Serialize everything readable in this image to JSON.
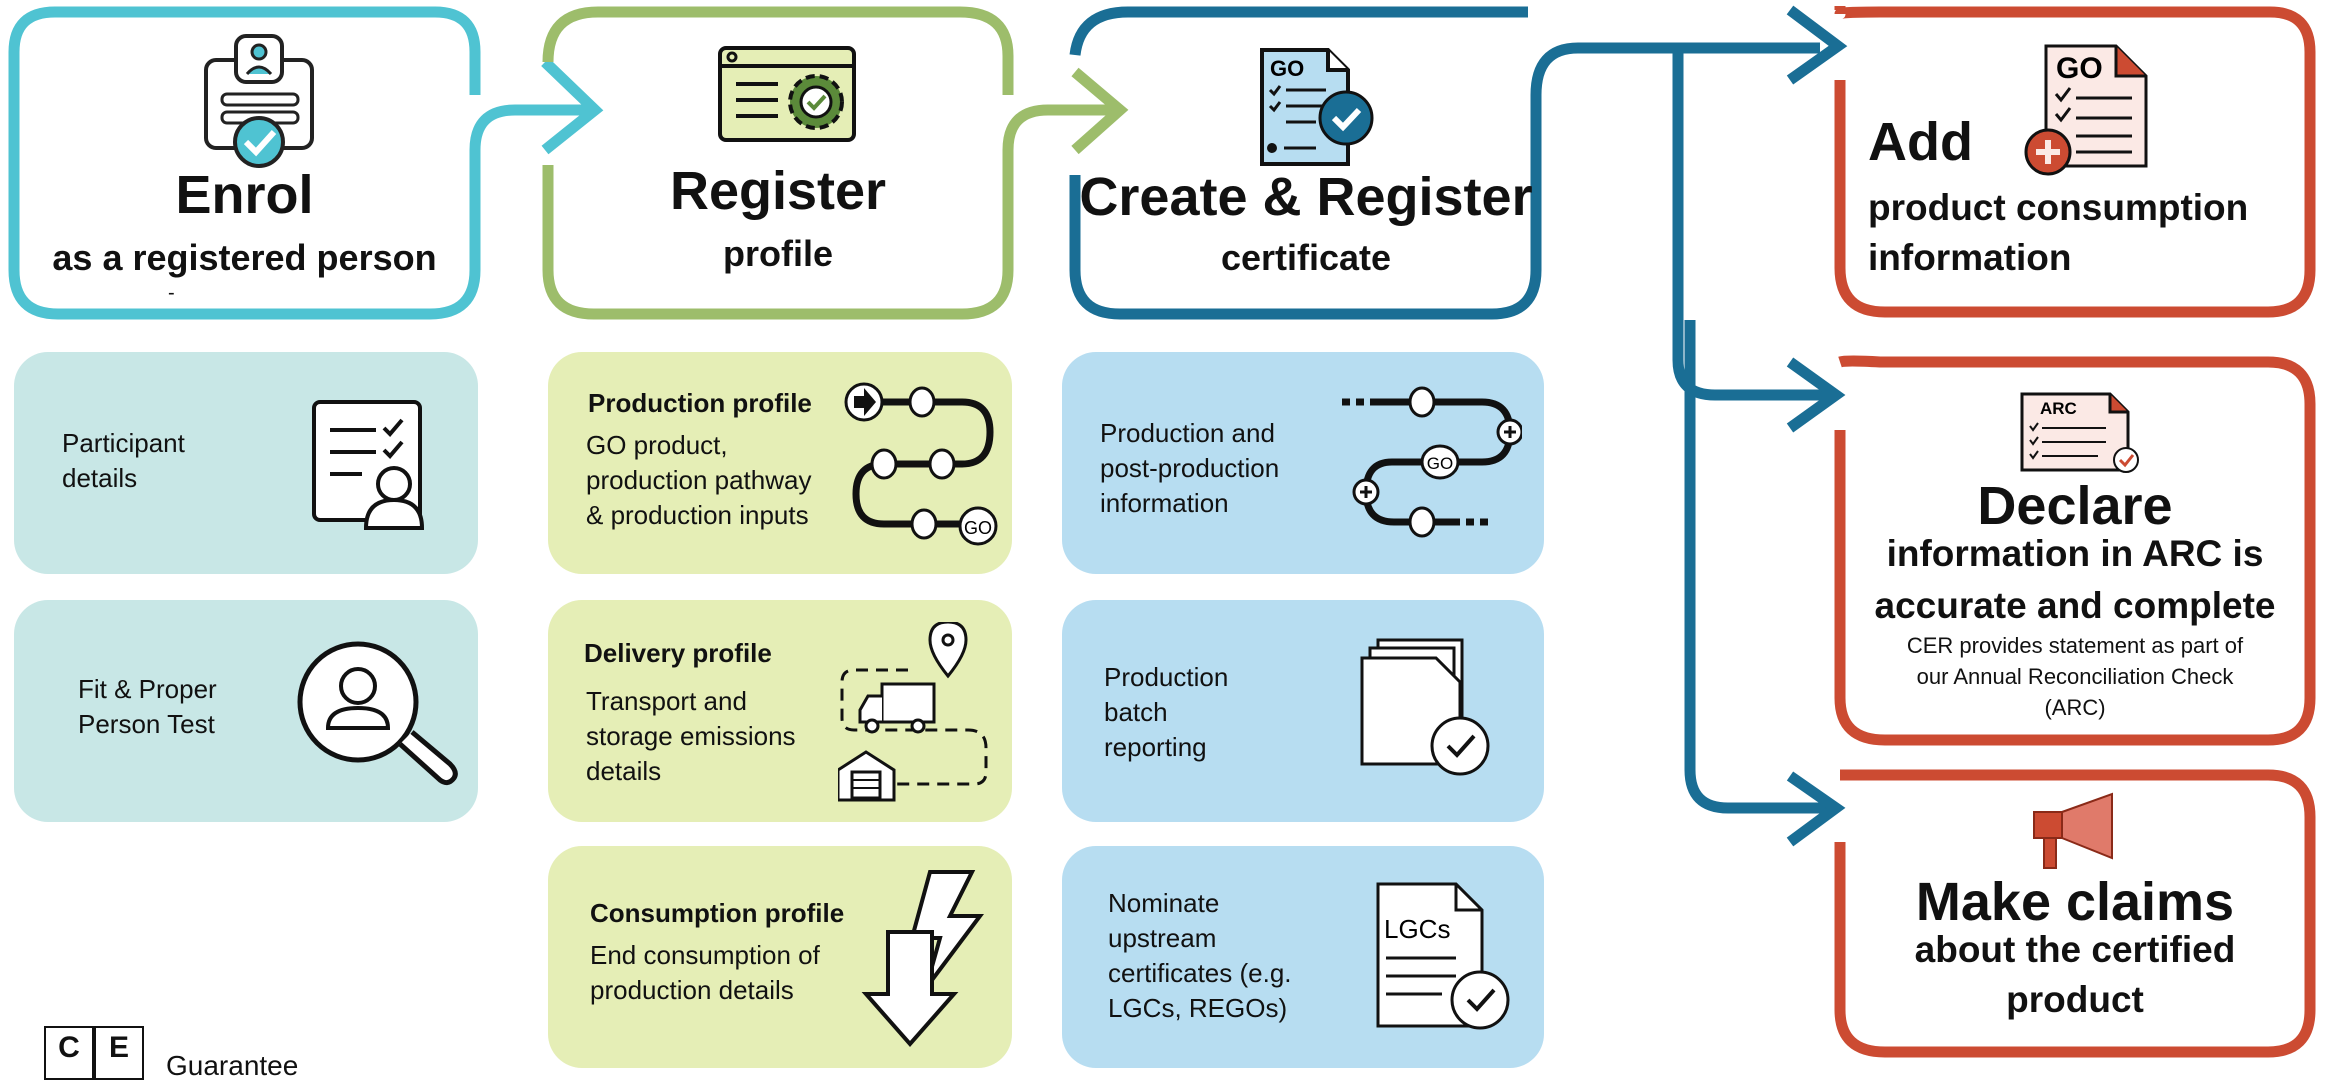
{
  "colors": {
    "teal": "#4fc3d2",
    "green": "#9dbd6b",
    "blue": "#1a6e95",
    "red": "#cc4b32",
    "teal_fill": "#c8e7e6",
    "green_fill": "#e5eeb6",
    "blue_fill": "#b7ddf1"
  },
  "stages": {
    "enrol": {
      "title": "Enrol",
      "subtitle": "as a registered person",
      "mark": "-"
    },
    "register": {
      "title": "Register",
      "subtitle": "profile"
    },
    "create": {
      "title": "Create & Register",
      "subtitle": "certificate"
    }
  },
  "enrol_cards": {
    "participant": {
      "text_1": "Participant",
      "text_2": "details",
      "icon": "checklist-person-icon"
    },
    "fit_proper": {
      "text_1": "Fit & Proper",
      "text_2": "Person Test",
      "icon": "magnifier-person-icon"
    }
  },
  "register_cards": {
    "production": {
      "title": "Production profile",
      "line_1": "GO product,",
      "line_2": "production pathway",
      "line_3": "& production inputs",
      "icon": "pathway-icon",
      "icon_label": "GO"
    },
    "delivery": {
      "title": "Delivery profile",
      "line_1": "Transport and",
      "line_2": "storage emissions",
      "line_3": "details",
      "icon": "truck-route-icon"
    },
    "consumption": {
      "title": "Consumption profile",
      "line_1": "End consumption of",
      "line_2": "production details",
      "icon": "lightning-arrow-icon"
    }
  },
  "create_cards": {
    "production_info": {
      "line_1": "Production and",
      "line_2": "post-production",
      "line_3": "information",
      "icon": "flow-path-icon",
      "icon_label": "GO"
    },
    "batch": {
      "line_1": "Production",
      "line_2": "batch",
      "line_3": "reporting",
      "icon": "folder-check-icon"
    },
    "nominate": {
      "line_1": "Nominate",
      "line_2": "upstream",
      "line_3": "certificates (e.g.",
      "line_4": "LGCs, REGOs)",
      "icon": "lgc-document-icon",
      "icon_label": "LGCs"
    }
  },
  "outcomes": {
    "add": {
      "title": "Add",
      "line_1": "product consumption",
      "line_2": "information",
      "icon": "go-document-add-icon",
      "icon_label": "GO"
    },
    "declare": {
      "title": "Declare",
      "line_1": "information in ARC is",
      "line_2": "accurate and complete",
      "note_1": "CER provides statement as part of",
      "note_2": "our Annual Reconciliation Check",
      "note_3": "(ARC)",
      "icon": "arc-document-icon",
      "icon_label": "ARC"
    },
    "claims": {
      "title": "Make claims",
      "line_1": "about the certified",
      "line_2": "product",
      "icon": "megaphone-icon"
    }
  },
  "icons": {
    "enrol": "id-card-check-icon",
    "register": "browser-gear-icon",
    "create": "go-certificate-check-icon",
    "create_label": "GO"
  },
  "logo": {
    "letter_1": "C",
    "letter_2": "E",
    "text": "Guarantee"
  }
}
